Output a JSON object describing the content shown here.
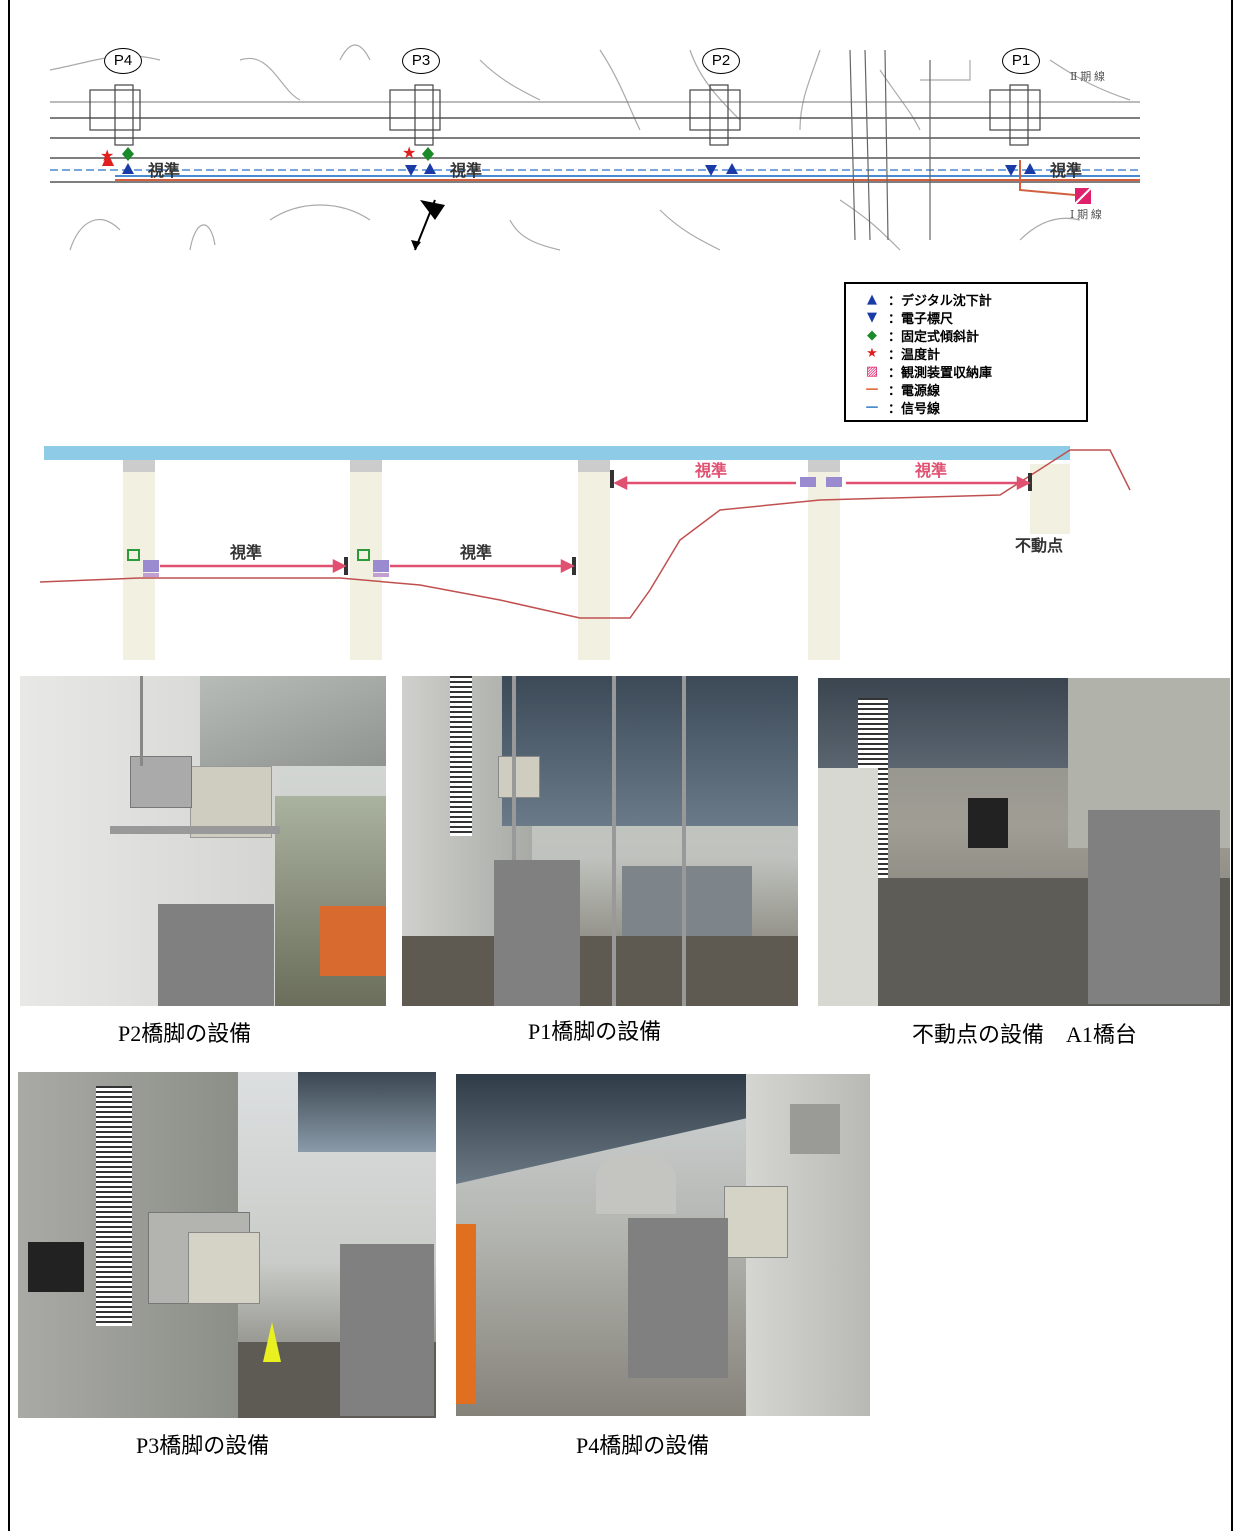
{
  "plan": {
    "piers": [
      "P4",
      "P3",
      "P2",
      "P1"
    ],
    "sight_label": "視準",
    "track_labels": [
      "Ⅱ 期 線",
      "Ⅰ 期 線"
    ]
  },
  "legend": {
    "items": [
      {
        "symbol": "▲",
        "color": "#1a3aa8",
        "label": "：デジタル沈下計"
      },
      {
        "symbol": "▼",
        "color": "#1a3aa8",
        "label": "：電子標尺"
      },
      {
        "symbol": "◆",
        "color": "#1a8a2a",
        "label": "：固定式傾斜計"
      },
      {
        "symbol": "★",
        "color": "#e02020",
        "label": "：温度計"
      },
      {
        "symbol": "▨",
        "color": "#e0206a",
        "label": "：観測装置収納庫"
      },
      {
        "symbol": "—",
        "color": "#e07040",
        "label": "：電源線"
      },
      {
        "symbol": "—",
        "color": "#4a8ad0",
        "label": "：信号線"
      }
    ]
  },
  "elevation": {
    "sight_labels": [
      "視準",
      "視準",
      "視準",
      "視準"
    ],
    "fixed_point": "不動点"
  },
  "photos": [
    {
      "caption": "P2橋脚の設備"
    },
    {
      "caption": "P1橋脚の設備"
    },
    {
      "caption": "不動点の設備　A1橋台"
    },
    {
      "caption": "P3橋脚の設備"
    },
    {
      "caption": "P4橋脚の設備"
    }
  ]
}
